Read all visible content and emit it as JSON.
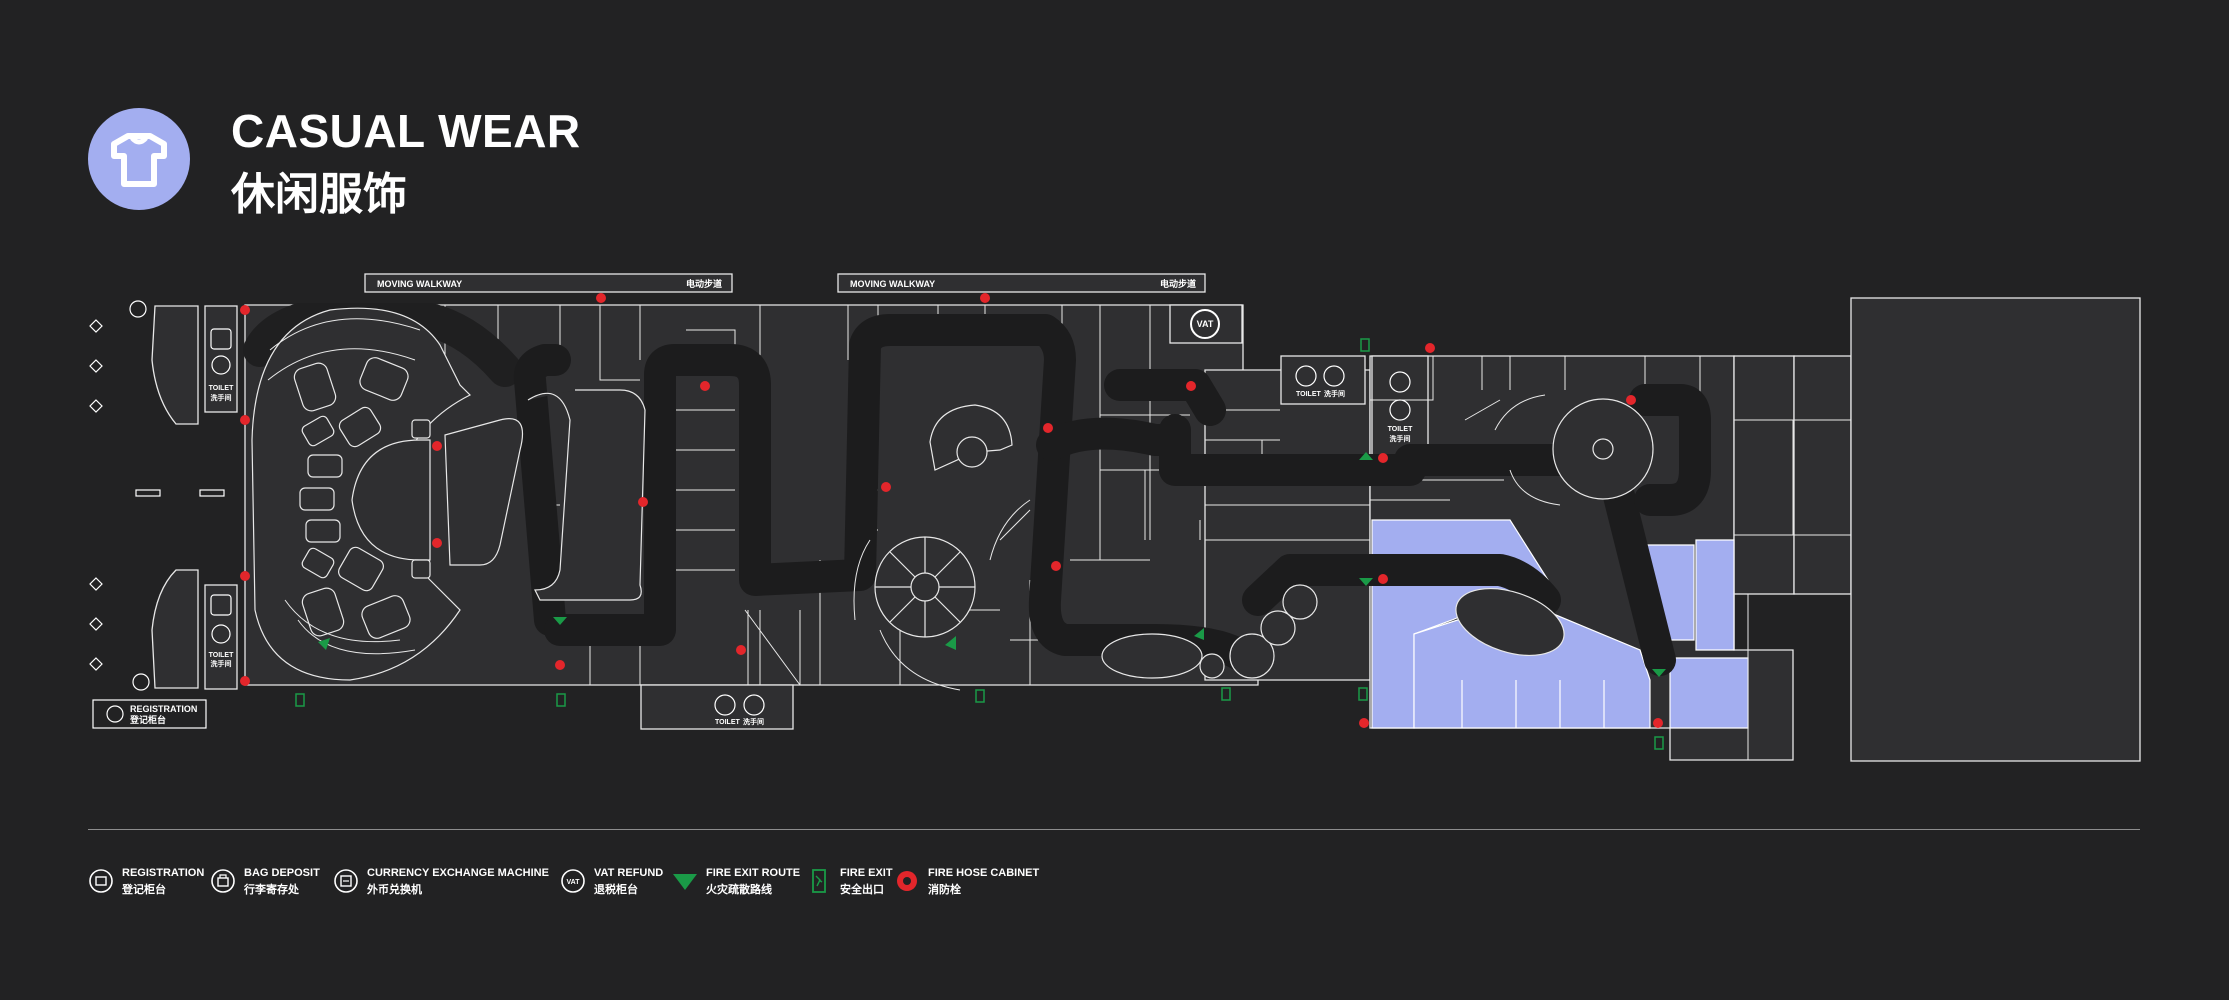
{
  "category": {
    "title_en": "CASUAL WEAR",
    "title_zh": "休闲服饰",
    "icon": "tshirt-icon",
    "badge_color": "#a3aef0"
  },
  "map": {
    "walkway_1": {
      "en": "MOVING WALKWAY",
      "zh": "电动步道"
    },
    "walkway_2": {
      "en": "MOVING WALKWAY",
      "zh": "电动步道"
    },
    "toilet_label_en": "TOILET",
    "toilet_label_zh": "洗手间",
    "registration_box": {
      "en": "REGISTRATION",
      "zh": "登记柜台"
    },
    "vat_badge": "VAT",
    "highlight_color": "#a3aef0",
    "fire_route_color": "#1a9a47",
    "fire_hose_color": "#e3262b"
  },
  "legend": {
    "registration": {
      "en": "REGISTRATION",
      "zh": "登记柜台",
      "icon": "registration-icon"
    },
    "bag_deposit": {
      "en": "BAG DEPOSIT",
      "zh": "行李寄存处",
      "icon": "bag-deposit-icon"
    },
    "currency_exchange": {
      "en": "CURRENCY EXCHANGE MACHINE",
      "zh": "外币兑换机",
      "icon": "currency-exchange-icon"
    },
    "vat_refund": {
      "en": "VAT REFUND",
      "zh": "退税柜台",
      "icon": "vat-refund-icon"
    },
    "fire_exit_route": {
      "en": "FIRE EXIT ROUTE",
      "zh": "火灾疏散路线",
      "icon": "fire-exit-route-icon"
    },
    "fire_exit": {
      "en": "FIRE EXIT",
      "zh": "安全出口",
      "icon": "fire-exit-icon"
    },
    "fire_hose_cabinet": {
      "en": "FIRE HOSE CABINET",
      "zh": "消防栓",
      "icon": "fire-hose-cabinet-icon"
    }
  }
}
